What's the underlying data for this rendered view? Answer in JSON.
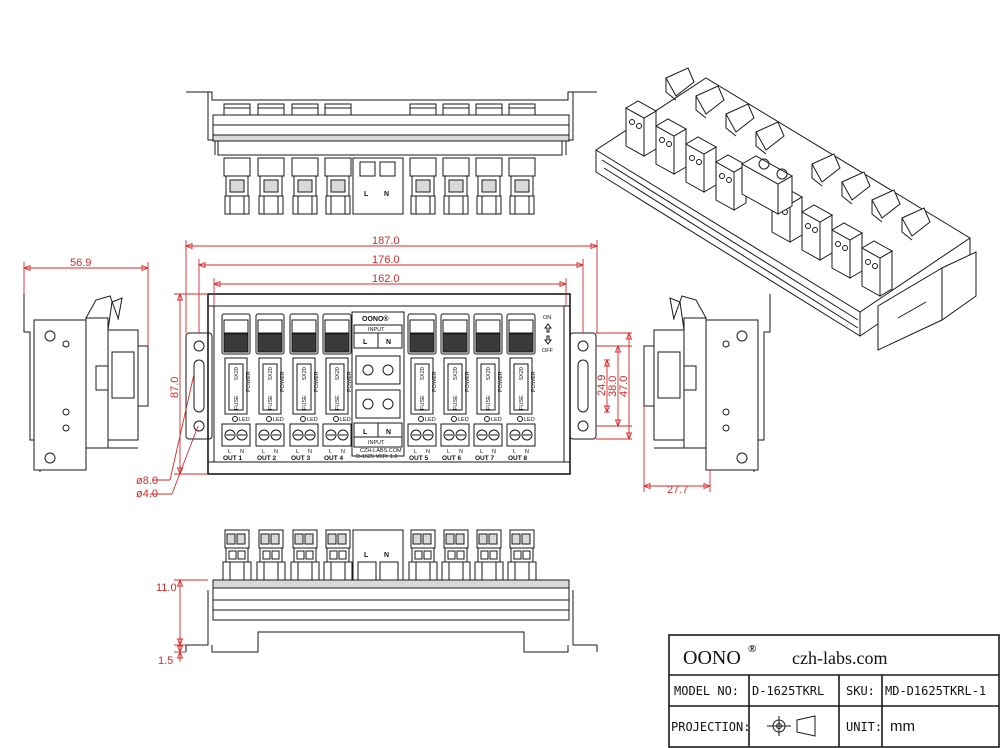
{
  "dimensions": {
    "width_187": "187.0",
    "width_176": "176.0",
    "width_162": "162.0",
    "height_87": "87.0",
    "hole_8": "ø8.0",
    "hole_4": "ø4.0",
    "depth_569": "56.9",
    "h_249": "24.9",
    "h_380": "38.0",
    "h_470": "47.0",
    "depth_277": "27.7",
    "h_110": "11.0",
    "h_15": "1.5"
  },
  "front_panel": {
    "brand": "OONO®",
    "input_top": "INPUT",
    "input_bottom": "INPUT",
    "l": "L",
    "n": "N",
    "on": "ON",
    "off": "OFF",
    "url": "CZH-LABS.COM",
    "version": "D-1625 VER: 1.0",
    "fuse_value": "5X20",
    "fuse_text": "FUSE",
    "power_text": "POWER",
    "led_text": "LED",
    "outputs": [
      "OUT 1",
      "OUT 2",
      "OUT 3",
      "OUT 4",
      "OUT 5",
      "OUT 6",
      "OUT 7",
      "OUT 8"
    ]
  },
  "title_block": {
    "brand": "OONO",
    "registered": "®",
    "website": "czh-labs.com",
    "model_label": "MODEL NO:",
    "model_value": "D-1625TKRL",
    "sku_label": "SKU:",
    "sku_value": "MD-D1625TKRL-1",
    "projection_label": "PROJECTION:",
    "unit_label": "UNIT:",
    "unit_value": "mm"
  },
  "colors": {
    "dimension": "#d42a2a",
    "line": "#1a1a1a"
  }
}
